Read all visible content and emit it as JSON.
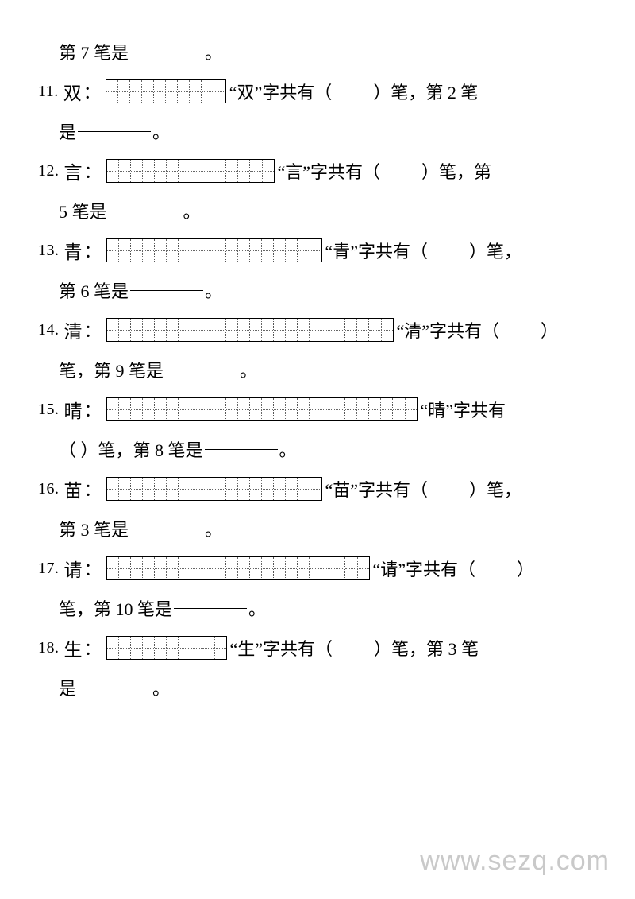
{
  "document": {
    "watermark": "www.sezq.com",
    "top_fragment": {
      "prefix": "第 7 笔是",
      "suffix": "。"
    },
    "items": [
      {
        "number": "11.",
        "char": "双",
        "colon": "：",
        "cells": 5,
        "text_after_grid": "“双”字共有（",
        "paren_close": "）笔，第 2 笔",
        "line2_prefix": "是",
        "line2_suffix": "。"
      },
      {
        "number": "12.",
        "char": "言",
        "colon": "：",
        "cells": 7,
        "text_after_grid": "“言”字共有（",
        "paren_close": "）笔，第",
        "line2_prefix": "5 笔是",
        "line2_suffix": "。"
      },
      {
        "number": "13.",
        "char": "青",
        "colon": "：",
        "cells": 9,
        "text_after_grid": "“青”字共有（",
        "paren_close": "）笔，",
        "line2_prefix": "第 6 笔是",
        "line2_suffix": "。"
      },
      {
        "number": "14.",
        "char": "清",
        "colon": "：",
        "cells": 12,
        "text_after_grid": "“清”字共有（",
        "paren_close": "）",
        "line2_prefix": "笔，第 9 笔是",
        "line2_suffix": "。"
      },
      {
        "number": "15.",
        "char": "晴",
        "colon": "：",
        "cells": 13,
        "text_after_grid": "“晴”字共有",
        "paren_close": "",
        "line2_prefix": "（        ）笔，第 8 笔是",
        "line2_suffix": "。"
      },
      {
        "number": "16.",
        "char": "苗",
        "colon": "：",
        "cells": 9,
        "text_after_grid": "“苗”字共有（",
        "paren_close": "）笔，",
        "line2_prefix": "第 3 笔是",
        "line2_suffix": "。"
      },
      {
        "number": "17.",
        "char": "请",
        "colon": "：",
        "cells": 11,
        "text_after_grid": "“请”字共有（",
        "paren_close": "）",
        "line2_prefix": "笔，第 10 笔是",
        "line2_suffix": "。"
      },
      {
        "number": "18.",
        "char": "生",
        "colon": "：",
        "cells": 5,
        "text_after_grid": "“生”字共有（",
        "paren_close": "）笔，第 3 笔",
        "line2_prefix": "是",
        "line2_suffix": "。"
      }
    ]
  }
}
